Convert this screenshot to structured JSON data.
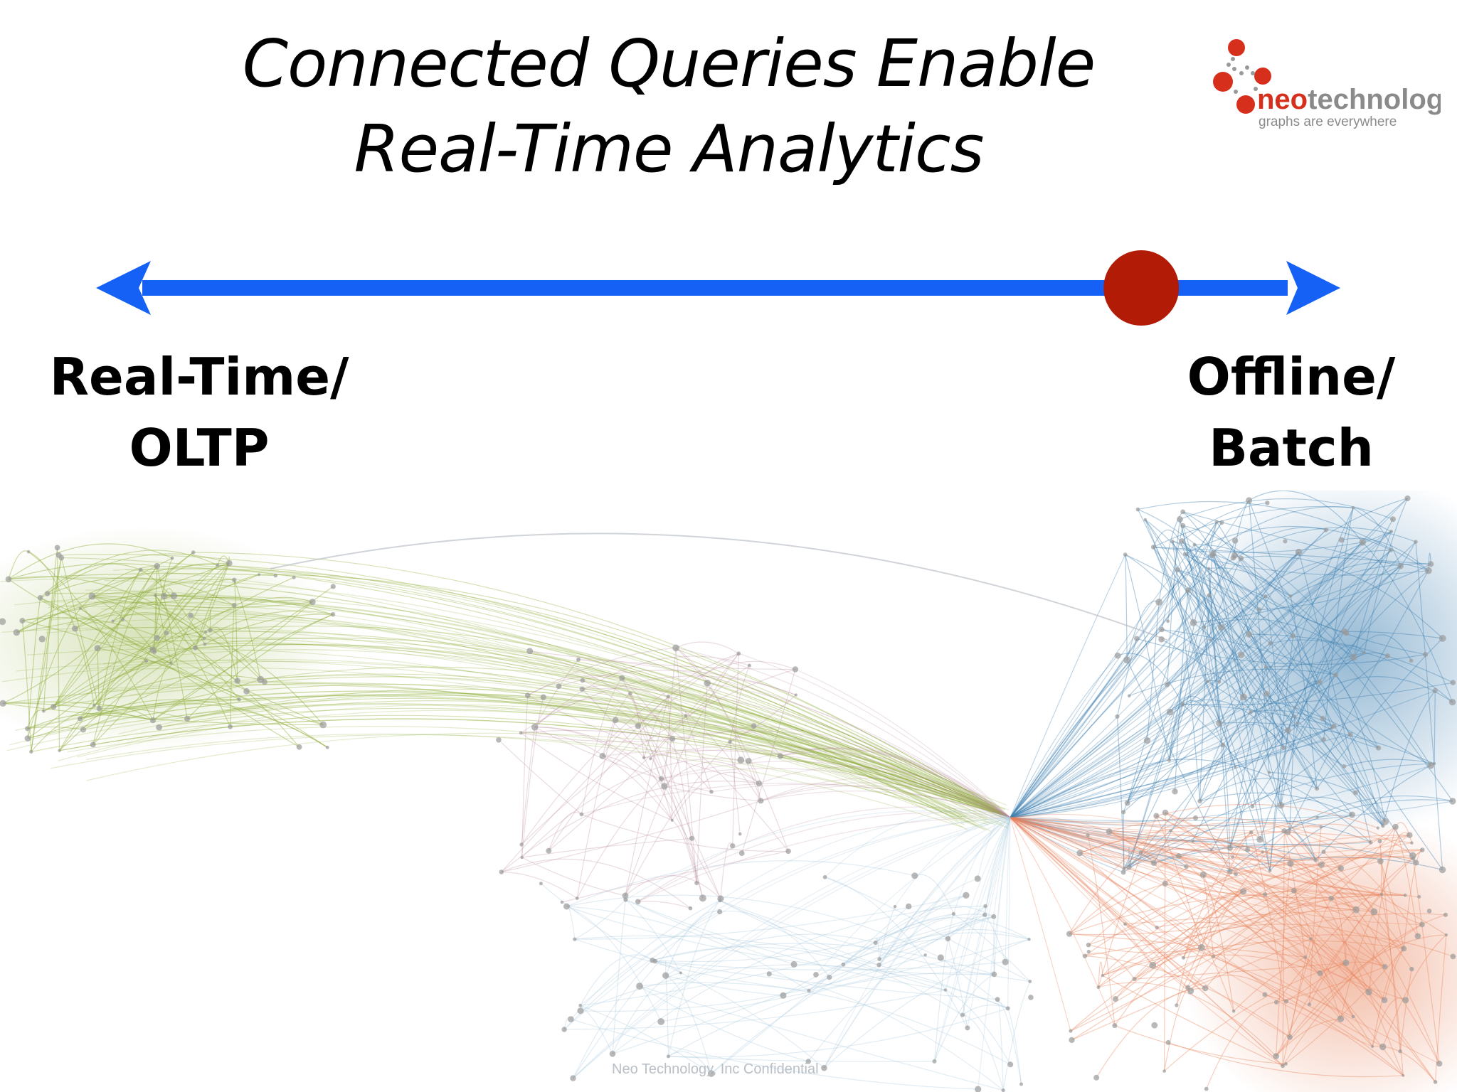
{
  "slide": {
    "title_line1": "Connected Queries Enable",
    "title_line2": "Real-Time Analytics",
    "left_label_line1": "Real-Time/",
    "left_label_line2": "OLTP",
    "right_label_line1": "Offline/",
    "right_label_line2": "Batch",
    "watermark": "Neo Technology, Inc Confidential"
  },
  "logo": {
    "brand_neo": "neo",
    "brand_rest": "technology",
    "tagline": "graphs are everywhere"
  },
  "spectrum": {
    "marker_position": 0.84
  },
  "colors": {
    "arrow": "#1560f5",
    "marker": "#b21b06",
    "cluster_green": "#8fae3a",
    "cluster_pink": "#b98a9f",
    "cluster_blue": "#3e7fb0",
    "cluster_orange": "#e8845c",
    "cluster_lightblue": "#a9c8dd"
  }
}
